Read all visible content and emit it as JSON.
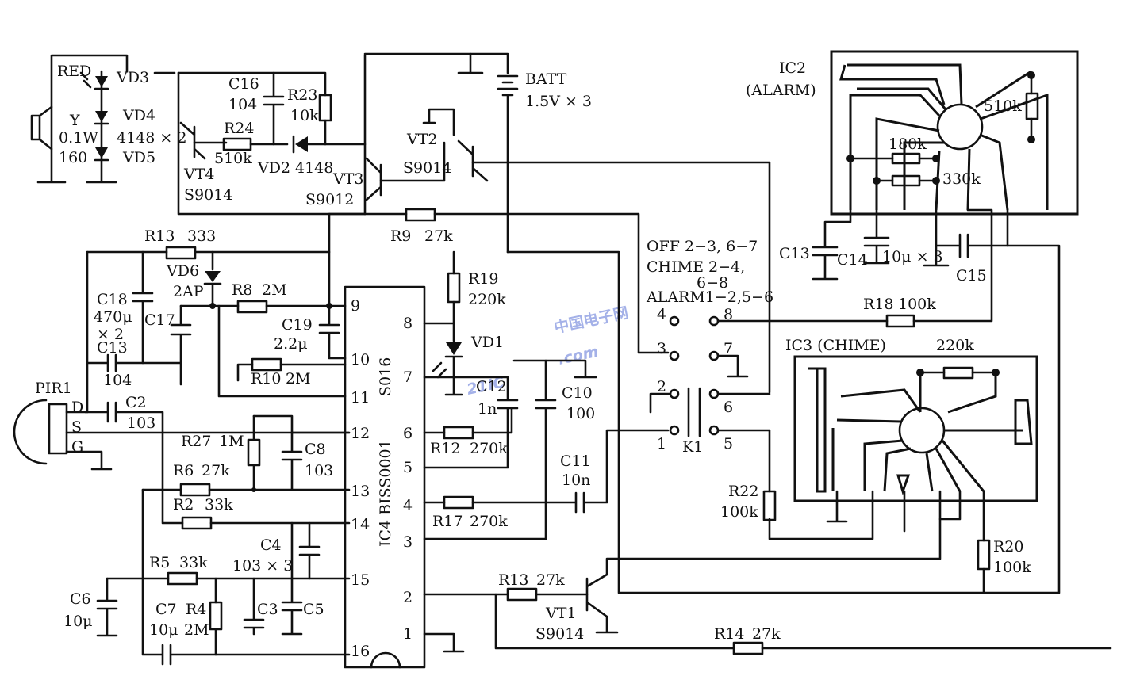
{
  "labels": {
    "red": "RED",
    "vd3": "VD3",
    "y": "Y",
    "vd4": "VD4",
    "spk_w": "0.1W",
    "d4148x2": "4148 × 2",
    "ohm160": "160",
    "vd5": "VD5",
    "c16": "C16",
    "c16v": "104",
    "r23": "R23",
    "r23v": "10k",
    "r24": "R24",
    "r24v": "510k",
    "vd2": "VD2",
    "vd2v": "4148",
    "vt4": "VT4",
    "vt4t": "S9014",
    "vt3": "VT3",
    "vt3t": "S9012",
    "batt": "BATT",
    "battv": "1.5V × 3",
    "vt2": "VT2",
    "vt2t": "S9014",
    "r9": "R9",
    "r9v": "27k",
    "ic2": "IC2",
    "ic2n": "(ALARM)",
    "r510k": "510k",
    "r180k": "180k",
    "r330k": "330k",
    "c13a": "C13",
    "c14": "C14",
    "c14v": "10μ × 3",
    "c15": "C15",
    "r13a": "R13",
    "r13av": "333",
    "vd6": "VD6",
    "vd6v": "2AP",
    "r8": "R8",
    "r8v": "2M",
    "c18": "C18",
    "c18v1": "470μ",
    "c18v2": "× 2",
    "c17": "C17",
    "c13": "C13",
    "c13v": "104",
    "c19": "C19",
    "c19v": "2.2μ",
    "r10": "R10",
    "r10v": "2M",
    "r19": "R19",
    "r19v": "220k",
    "vd1": "VD1",
    "sw_off": "OFF 2−3, 6−7",
    "sw_chime": "CHIME 2−4,",
    "sw_68": "6−8",
    "sw_alarm": "ALARM1−2,5−6",
    "r18": "R18",
    "r18v": "100k",
    "ic3": "IC3 (CHIME)",
    "r220k": "220k",
    "pir1": "PIR1",
    "pir_d": "D",
    "pir_s": "S",
    "pir_g": "G",
    "c2": "C2",
    "c2v": "103",
    "r27": "R27",
    "r27v": "1M",
    "c8": "C8",
    "c8v": "103",
    "r6": "R6",
    "r6v": "27k",
    "r2": "R2",
    "r2v": "33k",
    "c4": "C4",
    "c4v": "103 × 3",
    "r5": "R5",
    "r5v": "33k",
    "c6": "C6",
    "c6v": "10μ",
    "c7": "C7",
    "c7v": "10μ",
    "r4": "R4",
    "r4v": "2M",
    "c3": "C3",
    "c5": "C5",
    "ic4": "IC4 BISS0001",
    "s016": "S016",
    "c12": "C12",
    "c12v": "1n",
    "c10": "C10",
    "c10v": "100",
    "r12": "R12",
    "r12v": "270k",
    "r17": "R17",
    "r17v": "270k",
    "c11": "C11",
    "c11v": "10n",
    "k1": "K1",
    "r22": "R22",
    "r22v": "100k",
    "r20": "R20",
    "r20v": "100k",
    "r13b": "R13",
    "r13bv": "27k",
    "vt1": "VT1",
    "vt1t": "S9014",
    "r14": "R14",
    "r14v": "27k",
    "p9": "9",
    "p10": "10",
    "p11": "11",
    "p12": "12",
    "p13": "13",
    "p14": "14",
    "p15": "15",
    "p16": "16",
    "p8": "8",
    "p7": "7",
    "p6": "6",
    "p5": "5",
    "p4": "4",
    "p3": "3",
    "p2": "2",
    "p1": "1",
    "k4": "4",
    "k3": "3",
    "k2": "2",
    "k1n": "1",
    "k8": "8",
    "k7": "7",
    "k6": "6",
    "k5": "5"
  },
  "watermark": {
    "brand": "21IC",
    "cn": "中国电子网",
    "dotcom": ".com",
    "color": "#5a72d6"
  }
}
